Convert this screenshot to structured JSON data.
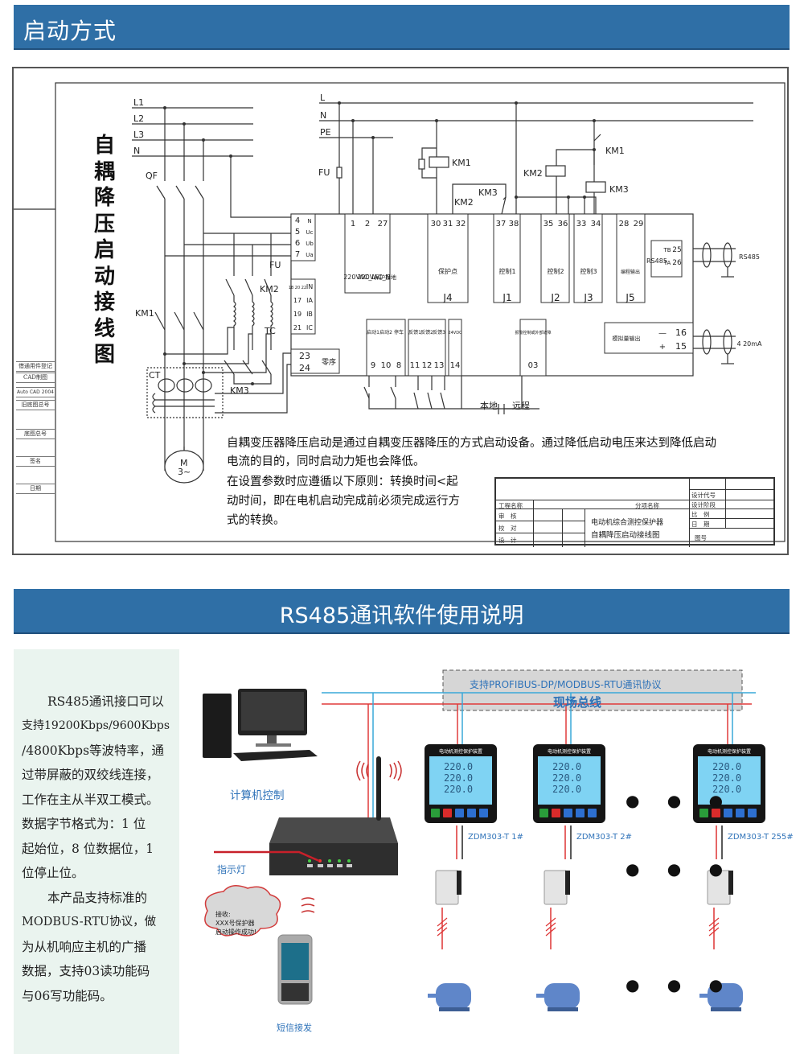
{
  "section1": {
    "title": "启动方式",
    "diagram_title_vertical": "自耦降压启动接线图",
    "side_panel": [
      "借通用件登记",
      "CAD制图",
      "Auto CAD 2004",
      "旧底图总号",
      "底图总号",
      "签名",
      "日期"
    ],
    "power_lines_left": [
      "L1",
      "L2",
      "L3",
      "N"
    ],
    "power_lines_right": [
      "L",
      "N",
      "PE"
    ],
    "components": {
      "qf": "QF",
      "fu": "FU",
      "km1": "KM1",
      "km2": "KM2",
      "km3": "KM3",
      "tc": "TC",
      "ct": "CT",
      "motor_line1": "M",
      "motor_line2": "3~"
    },
    "voltage_terminals": [
      {
        "num": "4",
        "label": "N"
      },
      {
        "num": "5",
        "label": "Uc"
      },
      {
        "num": "6",
        "label": "Ub"
      },
      {
        "num": "7",
        "label": "Ua"
      }
    ],
    "current_terminals": [
      {
        "num": "18 20 22",
        "label": "IN"
      },
      {
        "num": "17",
        "label": "IA"
      },
      {
        "num": "19",
        "label": "IB"
      },
      {
        "num": "21",
        "label": "IC"
      }
    ],
    "zero_seq_terminals": {
      "nums": [
        "23",
        "24"
      ],
      "label": "零序"
    },
    "power_terminals": [
      {
        "num": "1",
        "label": "220VAC_L"
      },
      {
        "num": "2",
        "label": "220VAC_N"
      },
      {
        "num": "27",
        "label": "保护接地"
      }
    ],
    "relay_groups": [
      {
        "id": "J4",
        "terms": [
          "30",
          "31",
          "32"
        ],
        "label": "保护点"
      },
      {
        "id": "J1",
        "terms": [
          "37",
          "38"
        ],
        "label": "控制1"
      },
      {
        "id": "J2",
        "terms": [
          "35",
          "36"
        ],
        "label": "控制2"
      },
      {
        "id": "J3",
        "terms": [
          "33",
          "34"
        ],
        "label": "控制3"
      },
      {
        "id": "J5",
        "terms": [
          "28",
          "29"
        ],
        "label": "编程输出"
      }
    ],
    "rs485": {
      "label": "RS485",
      "ta": "TA",
      "tb": "TB",
      "t25": "25",
      "t26": "26",
      "cable_label": "RS485"
    },
    "analog": {
      "label": "模拟量输出",
      "minus": "—",
      "plus": "+",
      "t16": "16",
      "t15": "15",
      "cable_label": "4  20mA"
    },
    "input_terminals": [
      {
        "num": "9",
        "label": "启动1"
      },
      {
        "num": "10",
        "label": "启动2"
      },
      {
        "num": "8",
        "label": "停车"
      },
      {
        "num": "11",
        "label": "反馈1"
      },
      {
        "num": "12",
        "label": "反馈2"
      },
      {
        "num": "13",
        "label": "反馈3"
      },
      {
        "num": "14",
        "label": "24VDC"
      }
    ],
    "alarm_terminal": {
      "num": "03",
      "label": "报警控制或外部故障"
    },
    "switch_labels": {
      "local": "本地",
      "remote": "远程"
    },
    "description": [
      "自耦变压器降压启动是通过自耦变压器降压的方式启动设备。通过降低启动电压来达到降低启动",
      "电流的目的，同时启动力矩也会降低。",
      "在设置参数时应遵循以下原则：转换时间<起",
      "动时间，即在电机启动完成前必须完成运行方",
      "式的转换。"
    ],
    "title_block": {
      "project_name": "工程名称",
      "sub_name": "分项名称",
      "review": "审　核",
      "check": "校　对",
      "design": "设　计",
      "design_code": "设计代号",
      "design_stage": "设计阶段",
      "scale": "比　例",
      "date": "日　期",
      "drawing_no": "图号",
      "title_line1": "电动机综合测控保护器",
      "title_line2": "自耦降压启动接线图"
    }
  },
  "section2": {
    "title": "RS485通讯软件使用说明",
    "paragraph1": [
      "RS485通讯接口可以",
      "支持19200Kbps/9600Kbps",
      "/4800Kbps等波特率，通",
      "过带屏蔽的双绞线连接，",
      "工作在主从半双工模式。",
      "数据字节格式为：1 位",
      "起始位，8 位数据位，1",
      "位停止位。"
    ],
    "paragraph2": [
      "本产品支持标准的",
      "MODBUS-RTU协议，做",
      "为从机响应主机的广播",
      "数据，支持03读功能码",
      "与06写功能码。"
    ],
    "bus_protocol": "支持PROFIBUS-DP/MODBUS-RTU通讯协议",
    "bus_name": "现场总线",
    "computer_label": "计算机控制",
    "indicator_label": "指示灯",
    "sms_label": "短信接发",
    "bubble_lines": [
      "接收:",
      "XXX号保护器",
      "启动操作成功!"
    ],
    "device_title": "电动机测控保护装置",
    "device_readings": [
      "220.0",
      "220.0",
      "220.0"
    ],
    "devices": [
      {
        "label": "ZDM303-T 1#"
      },
      {
        "label": "ZDM303-T 2#"
      },
      {
        "label": "ZDM303-T 255#"
      }
    ],
    "ellipsis": "● ● ●",
    "colors": {
      "banner": "#2f6fa6",
      "bus_blue": "#39a8d8",
      "bus_red": "#e03a3a",
      "label_blue": "#2f73b9",
      "panel_bg": "#eaf4ef"
    }
  }
}
